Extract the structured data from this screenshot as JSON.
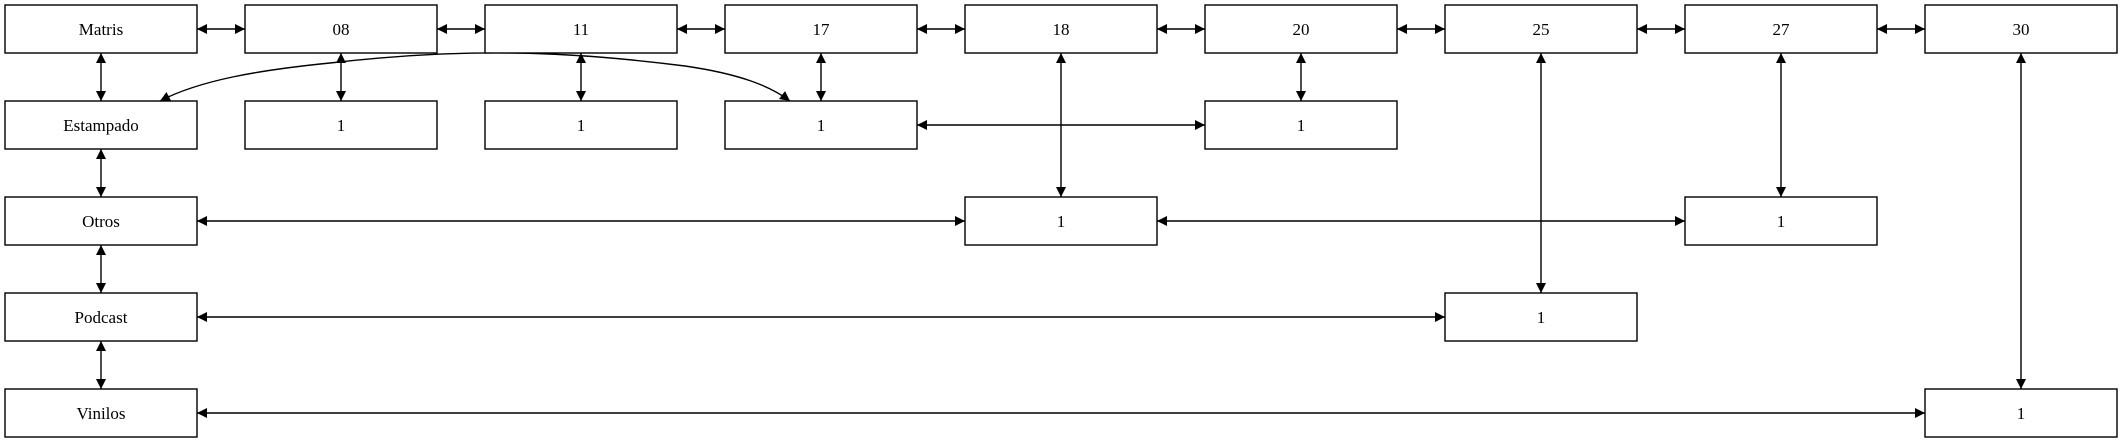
{
  "nodes": [
    {
      "id": "matris",
      "label": "Matris"
    },
    {
      "id": "d08",
      "label": "08"
    },
    {
      "id": "d11",
      "label": "11"
    },
    {
      "id": "d17",
      "label": "17"
    },
    {
      "id": "d18",
      "label": "18"
    },
    {
      "id": "d20",
      "label": "20"
    },
    {
      "id": "d25",
      "label": "25"
    },
    {
      "id": "d27",
      "label": "27"
    },
    {
      "id": "d30",
      "label": "30"
    },
    {
      "id": "estampado",
      "label": "Estampado"
    },
    {
      "id": "e08",
      "label": "1"
    },
    {
      "id": "e11",
      "label": "1"
    },
    {
      "id": "e17",
      "label": "1"
    },
    {
      "id": "e20",
      "label": "1"
    },
    {
      "id": "otros",
      "label": "Otros"
    },
    {
      "id": "o18",
      "label": "1"
    },
    {
      "id": "o27",
      "label": "1"
    },
    {
      "id": "podcast",
      "label": "Podcast"
    },
    {
      "id": "p25",
      "label": "1"
    },
    {
      "id": "vinilos",
      "label": "Vinilos"
    },
    {
      "id": "v30",
      "label": "1"
    }
  ],
  "edges": [
    {
      "from": "matris",
      "to": "d08"
    },
    {
      "from": "d08",
      "to": "d11"
    },
    {
      "from": "d11",
      "to": "d17"
    },
    {
      "from": "d17",
      "to": "d18"
    },
    {
      "from": "d18",
      "to": "d20"
    },
    {
      "from": "d20",
      "to": "d25"
    },
    {
      "from": "d25",
      "to": "d27"
    },
    {
      "from": "d27",
      "to": "d30"
    },
    {
      "from": "matris",
      "to": "estampado"
    },
    {
      "from": "estampado",
      "to": "otros"
    },
    {
      "from": "otros",
      "to": "podcast"
    },
    {
      "from": "podcast",
      "to": "vinilos"
    },
    {
      "from": "d08",
      "to": "e08"
    },
    {
      "from": "d11",
      "to": "e11"
    },
    {
      "from": "d17",
      "to": "e17"
    },
    {
      "from": "d20",
      "to": "e20"
    },
    {
      "from": "e17",
      "to": "e20"
    },
    {
      "from": "estampado",
      "to": "e17"
    },
    {
      "from": "d18",
      "to": "o18"
    },
    {
      "from": "otros",
      "to": "o18"
    },
    {
      "from": "o18",
      "to": "o27"
    },
    {
      "from": "d27",
      "to": "o27"
    },
    {
      "from": "d25",
      "to": "p25"
    },
    {
      "from": "podcast",
      "to": "p25"
    },
    {
      "from": "d30",
      "to": "v30"
    },
    {
      "from": "vinilos",
      "to": "v30"
    }
  ]
}
